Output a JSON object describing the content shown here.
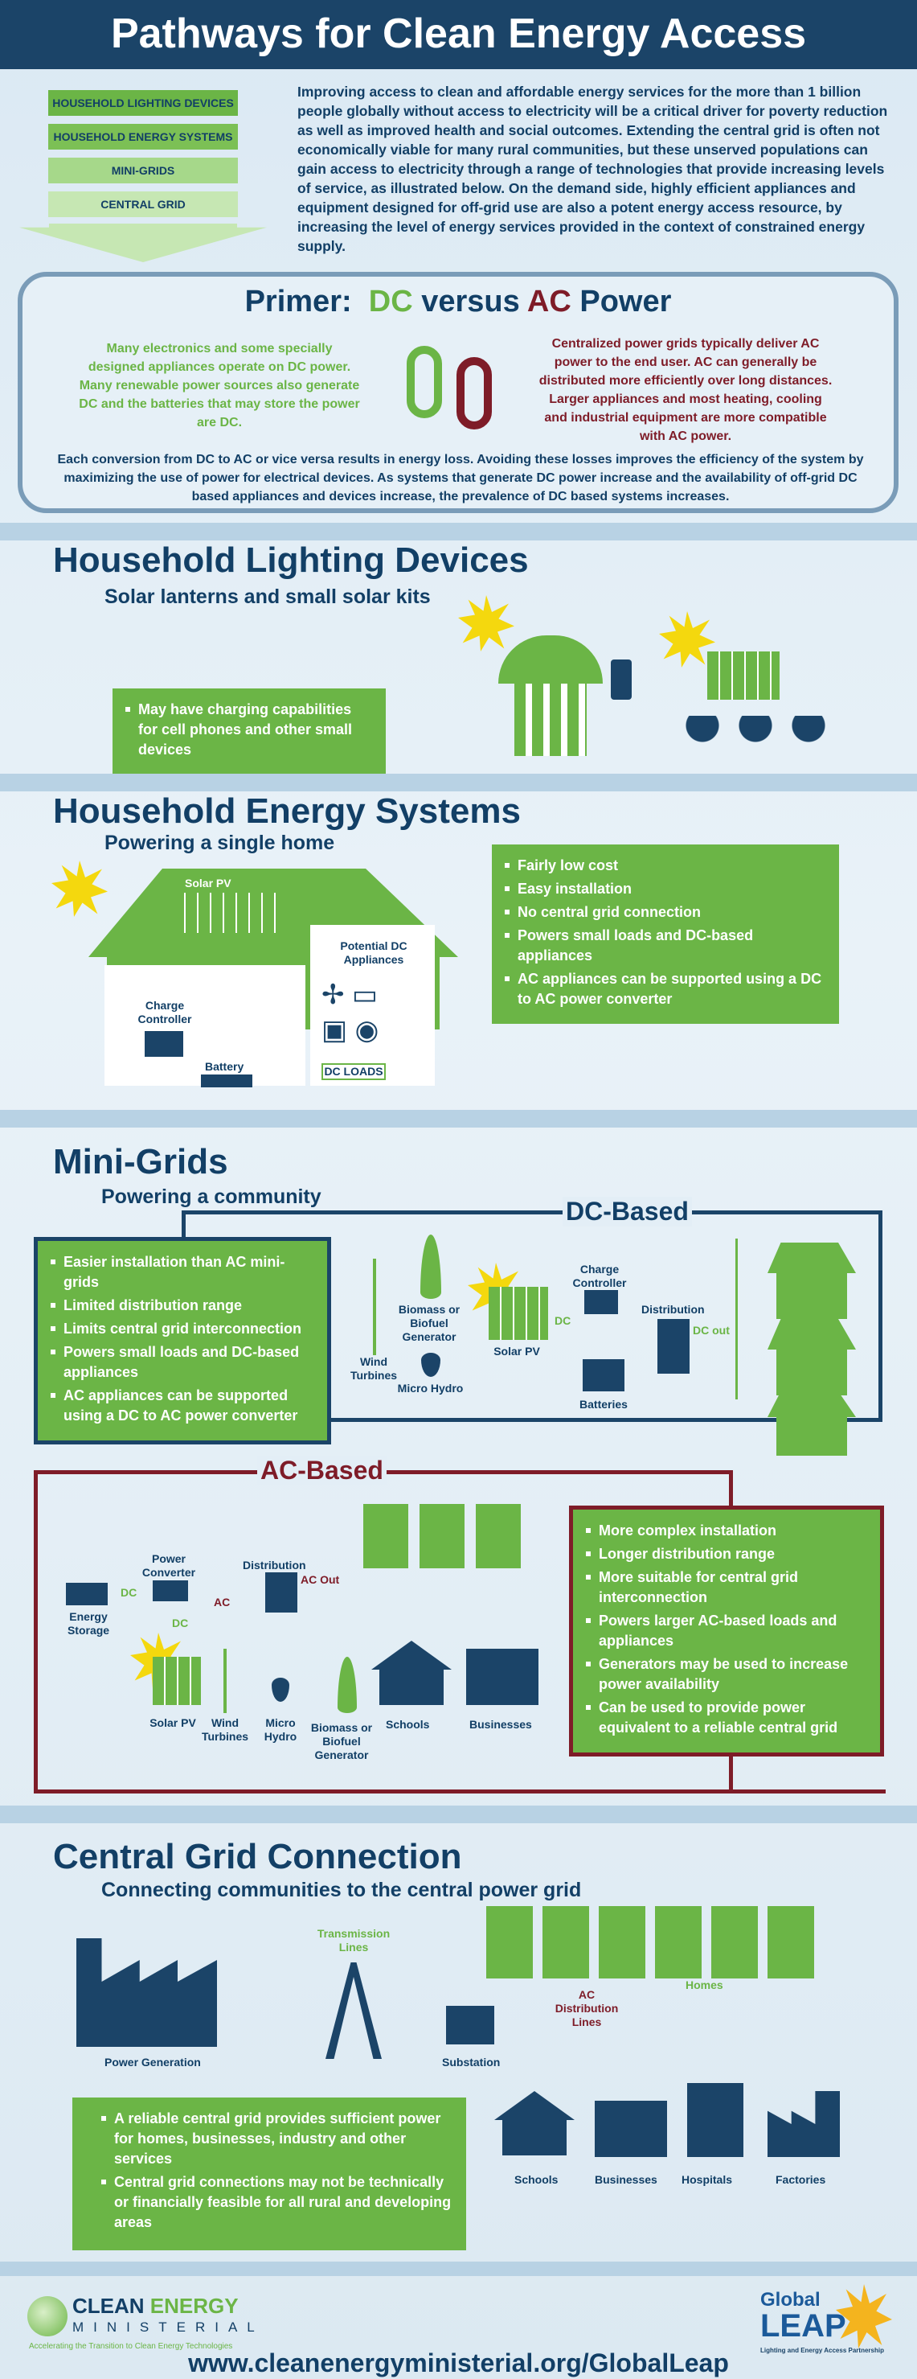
{
  "title": "Pathways for Clean Energy Access",
  "levels": [
    "HOUSEHOLD LIGHTING DEVICES",
    "HOUSEHOLD ENERGY SYSTEMS",
    "MINI-GRIDS",
    "CENTRAL GRID"
  ],
  "intro": "Improving access to clean and affordable energy services for the more than 1 billion people globally without access to electricity will be a critical driver for poverty reduction as well as improved health and social outcomes. Extending the central grid is often not economically viable for many rural communities, but these unserved populations can gain access to electricity through a range of technologies that provide increasing levels of service, as illustrated below. On the demand side, highly efficient appliances and equipment designed for off-grid use are also a potent energy access resource, by increasing the level of energy services provided in the context of constrained energy supply.",
  "primer": {
    "title_prefix": "Primer:",
    "dc": "DC",
    "versus": "versus",
    "ac": "AC",
    "power": "Power",
    "dc_text": "Many electronics and some specially designed appliances operate on DC power. Many renewable power sources also generate DC and the batteries that may store the power are DC.",
    "ac_text": "Centralized power grids typically deliver AC power to the end user. AC can generally be distributed more efficiently over long distances. Larger appliances and most heating, cooling and industrial equipment are more compatible with AC power.",
    "bottom": "Each conversion from DC to AC or vice versa results in energy loss. Avoiding these losses improves the efficiency of the system by maximizing the use of power for electrical devices. As systems that generate DC power increase and the availability of off-grid DC based appliances and devices increase, the prevalence of DC based systems increases."
  },
  "lighting": {
    "title": "Household Lighting Devices",
    "subtitle": "Solar lanterns and small solar kits",
    "bullets": [
      "May have charging capabilities for cell phones and other small devices"
    ]
  },
  "hes": {
    "title": "Household Energy Systems",
    "subtitle": "Powering a single home",
    "bullets": [
      "Fairly low cost",
      "Easy installation",
      "No central grid connection",
      "Powers small loads and DC-based appliances",
      "AC appliances can be supported using a DC to AC power converter"
    ],
    "labels": {
      "solar_pv": "Solar PV",
      "potential_dc": "Potential DC Appliances",
      "charge_controller": "Charge Controller",
      "battery": "Battery",
      "dc_loads": "DC LOADS"
    }
  },
  "mini": {
    "title": "Mini-Grids",
    "subtitle": "Powering a community",
    "dc": {
      "label": "DC-Based",
      "bullets": [
        "Easier installation than AC mini-grids",
        "Limited distribution range",
        "Limits central grid interconnection",
        "Powers small loads and DC-based appliances",
        "AC appliances can be supported using a DC to AC power converter"
      ],
      "labels": {
        "wind": "Wind Turbines",
        "biomass": "Biomass or Biofuel Generator",
        "hydro": "Micro Hydro",
        "solar": "Solar PV",
        "dc": "DC",
        "charge": "Charge Controller",
        "batteries": "Batteries",
        "distribution": "Distribution",
        "dc_out": "DC out"
      }
    },
    "ac": {
      "label": "AC-Based",
      "bullets": [
        "More complex installation",
        "Longer distribution range",
        "More suitable for central grid interconnection",
        "Powers larger AC-based loads and appliances",
        "Generators may be used to increase power availability",
        "Can be used to provide power equivalent to a reliable central grid"
      ],
      "labels": {
        "converter": "Power Converter",
        "distribution": "Distribution",
        "ac_out": "AC Out",
        "ac": "AC",
        "dc1": "DC",
        "dc2": "DC",
        "storage": "Energy Storage",
        "solar": "Solar PV",
        "wind": "Wind Turbines",
        "hydro": "Micro Hydro",
        "biomass": "Biomass or Biofuel Generator",
        "schools": "Schools",
        "businesses": "Businesses"
      }
    }
  },
  "central": {
    "title": "Central Grid Connection",
    "subtitle": "Connecting communities to the central power grid",
    "labels": {
      "transmission": "Transmission Lines",
      "generation": "Power Generation",
      "substation": "Substation",
      "ac_lines": "AC Distribution Lines",
      "homes": "Homes",
      "schools": "Schools",
      "businesses": "Businesses",
      "hospitals": "Hospitals",
      "factories": "Factories"
    },
    "bullets": [
      "A reliable central grid provides sufficient power for homes, businesses, industry and other services",
      "Central grid connections may not be technically or financially feasible for all rural and developing areas"
    ]
  },
  "footer": {
    "cem_line1a": "CLEAN",
    "cem_line1b": "ENERGY",
    "cem_line2": "MINISTERIAL",
    "cem_tag": "Accelerating the Transition to Clean Energy Technologies",
    "leap_1": "Global",
    "leap_2": "LEAP",
    "leap_tag": "Lighting and Energy Access Partnership",
    "url": "www.cleanenergyministerial.org/GlobalLeap"
  },
  "colors": {
    "navy": "#1b4468",
    "green": "#6bb546",
    "red": "#7e1c28",
    "yellow": "#f4d80e"
  }
}
